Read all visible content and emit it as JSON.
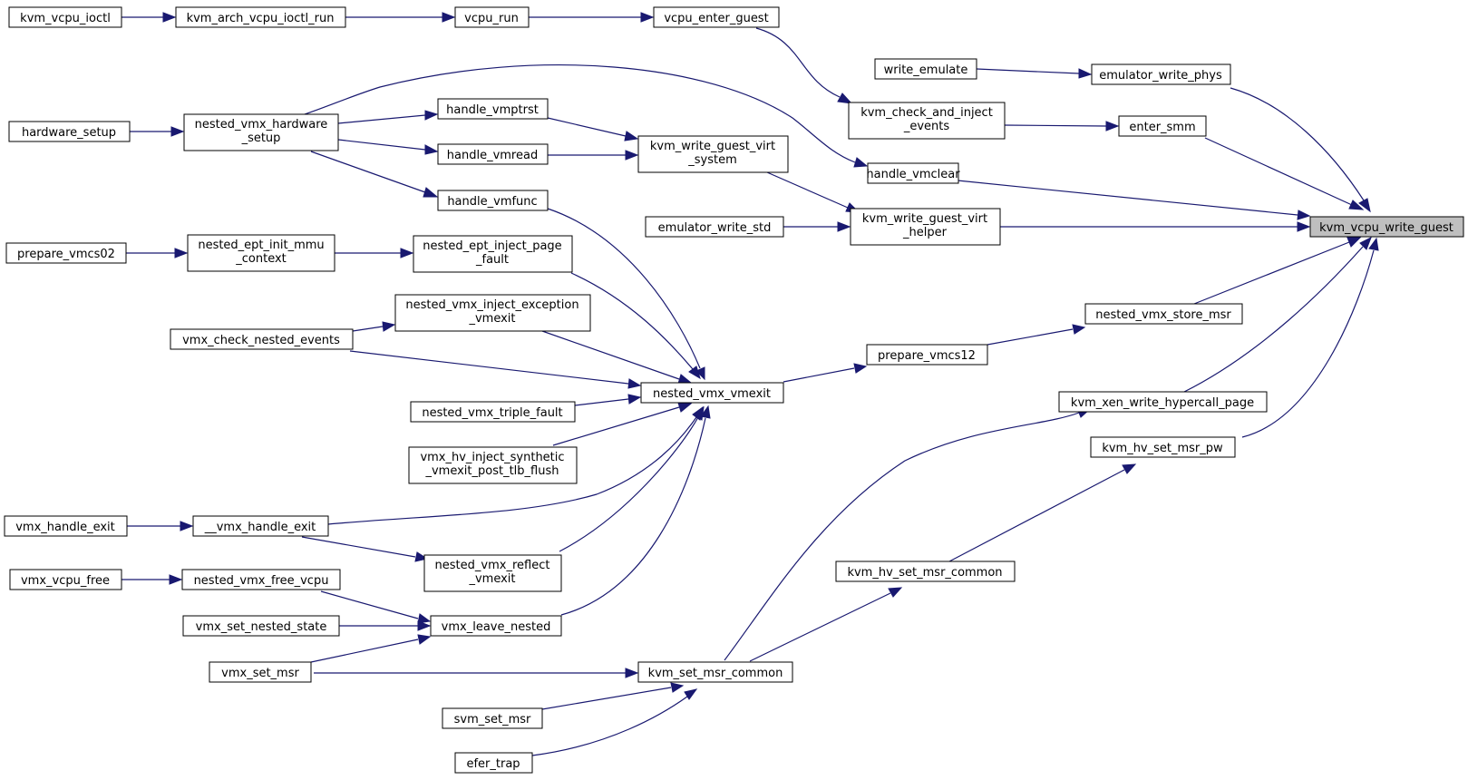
{
  "colors": {
    "edge": "#191970",
    "node_border": "#000000",
    "root_fill": "#bfbfbf",
    "node_fill": "#ffffff"
  },
  "nodes": {
    "kvm_vcpu_ioctl": [
      "kvm_vcpu_ioctl"
    ],
    "kvm_arch_vcpu_ioctl_run": [
      "kvm_arch_vcpu_ioctl_run"
    ],
    "vcpu_run": [
      "vcpu_run"
    ],
    "vcpu_enter_guest": [
      "vcpu_enter_guest"
    ],
    "write_emulate": [
      "write_emulate"
    ],
    "emulator_write_phys": [
      "emulator_write_phys"
    ],
    "hardware_setup": [
      "hardware_setup"
    ],
    "nested_vmx_hardware_setup": [
      "nested_vmx_hardware",
      "_setup"
    ],
    "handle_vmptrst": [
      "handle_vmptrst"
    ],
    "handle_vmread": [
      "handle_vmread"
    ],
    "kvm_check_and_inject_events": [
      "kvm_check_and_inject",
      "_events"
    ],
    "enter_smm": [
      "enter_smm"
    ],
    "kvm_write_guest_virt_system": [
      "kvm_write_guest_virt",
      "_system"
    ],
    "handle_vmclear": [
      "handle_vmclear"
    ],
    "handle_vmfunc": [
      "handle_vmfunc"
    ],
    "emulator_write_std": [
      "emulator_write_std"
    ],
    "kvm_write_guest_virt_helper": [
      "kvm_write_guest_virt",
      "_helper"
    ],
    "kvm_vcpu_write_guest": [
      "kvm_vcpu_write_guest"
    ],
    "prepare_vmcs02": [
      "prepare_vmcs02"
    ],
    "nested_ept_init_mmu_context": [
      "nested_ept_init_mmu",
      "_context"
    ],
    "nested_ept_inject_page_fault": [
      "nested_ept_inject_page",
      "_fault"
    ],
    "nested_vmx_store_msr": [
      "nested_vmx_store_msr"
    ],
    "nested_vmx_inject_exception_vmexit": [
      "nested_vmx_inject_exception",
      "_vmexit"
    ],
    "vmx_check_nested_events": [
      "vmx_check_nested_events"
    ],
    "prepare_vmcs12": [
      "prepare_vmcs12"
    ],
    "nested_vmx_vmexit": [
      "nested_vmx_vmexit"
    ],
    "kvm_xen_write_hypercall_page": [
      "kvm_xen_write_hypercall_page"
    ],
    "nested_vmx_triple_fault": [
      "nested_vmx_triple_fault"
    ],
    "kvm_hv_set_msr_pw": [
      "kvm_hv_set_msr_pw"
    ],
    "vmx_hv_inject_synthetic_vmexit_post_tlb_flush": [
      "vmx_hv_inject_synthetic",
      "_vmexit_post_tlb_flush"
    ],
    "vmx_handle_exit": [
      "vmx_handle_exit"
    ],
    "__vmx_handle_exit": [
      "__vmx_handle_exit"
    ],
    "nested_vmx_reflect_vmexit": [
      "nested_vmx_reflect",
      "_vmexit"
    ],
    "vmx_vcpu_free": [
      "vmx_vcpu_free"
    ],
    "nested_vmx_free_vcpu": [
      "nested_vmx_free_vcpu"
    ],
    "kvm_hv_set_msr_common": [
      "kvm_hv_set_msr_common"
    ],
    "vmx_set_nested_state": [
      "vmx_set_nested_state"
    ],
    "vmx_leave_nested": [
      "vmx_leave_nested"
    ],
    "vmx_set_msr": [
      "vmx_set_msr"
    ],
    "kvm_set_msr_common": [
      "kvm_set_msr_common"
    ],
    "svm_set_msr": [
      "svm_set_msr"
    ],
    "efer_trap": [
      "efer_trap"
    ]
  },
  "edges": [
    {
      "from": "kvm_vcpu_ioctl",
      "to": "kvm_arch_vcpu_ioctl_run"
    },
    {
      "from": "kvm_arch_vcpu_ioctl_run",
      "to": "vcpu_run"
    },
    {
      "from": "vcpu_run",
      "to": "vcpu_enter_guest"
    },
    {
      "from": "vcpu_enter_guest",
      "to": "kvm_check_and_inject_events"
    },
    {
      "from": "write_emulate",
      "to": "emulator_write_phys"
    },
    {
      "from": "emulator_write_phys",
      "to": "kvm_vcpu_write_guest"
    },
    {
      "from": "hardware_setup",
      "to": "nested_vmx_hardware_setup"
    },
    {
      "from": "nested_vmx_hardware_setup",
      "to": "handle_vmptrst"
    },
    {
      "from": "nested_vmx_hardware_setup",
      "to": "handle_vmread"
    },
    {
      "from": "nested_vmx_hardware_setup",
      "to": "handle_vmfunc"
    },
    {
      "from": "nested_vmx_hardware_setup",
      "to": "handle_vmclear"
    },
    {
      "from": "handle_vmptrst",
      "to": "kvm_write_guest_virt_system"
    },
    {
      "from": "handle_vmread",
      "to": "kvm_write_guest_virt_system"
    },
    {
      "from": "kvm_write_guest_virt_system",
      "to": "kvm_write_guest_virt_helper"
    },
    {
      "from": "kvm_check_and_inject_events",
      "to": "enter_smm"
    },
    {
      "from": "enter_smm",
      "to": "kvm_vcpu_write_guest"
    },
    {
      "from": "handle_vmclear",
      "to": "kvm_vcpu_write_guest"
    },
    {
      "from": "emulator_write_std",
      "to": "kvm_write_guest_virt_helper"
    },
    {
      "from": "kvm_write_guest_virt_helper",
      "to": "kvm_vcpu_write_guest"
    },
    {
      "from": "prepare_vmcs02",
      "to": "nested_ept_init_mmu_context"
    },
    {
      "from": "nested_ept_init_mmu_context",
      "to": "nested_ept_inject_page_fault"
    },
    {
      "from": "handle_vmfunc",
      "to": "nested_vmx_vmexit"
    },
    {
      "from": "nested_ept_inject_page_fault",
      "to": "nested_vmx_vmexit"
    },
    {
      "from": "vmx_check_nested_events",
      "to": "nested_vmx_inject_exception_vmexit"
    },
    {
      "from": "nested_vmx_inject_exception_vmexit",
      "to": "nested_vmx_vmexit"
    },
    {
      "from": "vmx_check_nested_events",
      "to": "nested_vmx_vmexit"
    },
    {
      "from": "nested_vmx_triple_fault",
      "to": "nested_vmx_vmexit"
    },
    {
      "from": "vmx_hv_inject_synthetic_vmexit_post_tlb_flush",
      "to": "nested_vmx_vmexit"
    },
    {
      "from": "__vmx_handle_exit",
      "to": "nested_vmx_vmexit"
    },
    {
      "from": "nested_vmx_reflect_vmexit",
      "to": "nested_vmx_vmexit"
    },
    {
      "from": "vmx_leave_nested",
      "to": "nested_vmx_vmexit"
    },
    {
      "from": "nested_vmx_vmexit",
      "to": "prepare_vmcs12"
    },
    {
      "from": "prepare_vmcs12",
      "to": "nested_vmx_store_msr"
    },
    {
      "from": "nested_vmx_store_msr",
      "to": "kvm_vcpu_write_guest"
    },
    {
      "from": "kvm_xen_write_hypercall_page",
      "to": "kvm_vcpu_write_guest"
    },
    {
      "from": "kvm_hv_set_msr_pw",
      "to": "kvm_vcpu_write_guest"
    },
    {
      "from": "vmx_handle_exit",
      "to": "__vmx_handle_exit"
    },
    {
      "from": "__vmx_handle_exit",
      "to": "nested_vmx_reflect_vmexit"
    },
    {
      "from": "vmx_vcpu_free",
      "to": "nested_vmx_free_vcpu"
    },
    {
      "from": "nested_vmx_free_vcpu",
      "to": "vmx_leave_nested"
    },
    {
      "from": "vmx_set_nested_state",
      "to": "vmx_leave_nested"
    },
    {
      "from": "vmx_set_msr",
      "to": "vmx_leave_nested"
    },
    {
      "from": "vmx_set_msr",
      "to": "kvm_set_msr_common"
    },
    {
      "from": "svm_set_msr",
      "to": "kvm_set_msr_common"
    },
    {
      "from": "efer_trap",
      "to": "kvm_set_msr_common"
    },
    {
      "from": "kvm_set_msr_common",
      "to": "kvm_hv_set_msr_common"
    },
    {
      "from": "kvm_set_msr_common",
      "to": "kvm_xen_write_hypercall_page"
    },
    {
      "from": "kvm_hv_set_msr_common",
      "to": "kvm_hv_set_msr_pw"
    }
  ]
}
